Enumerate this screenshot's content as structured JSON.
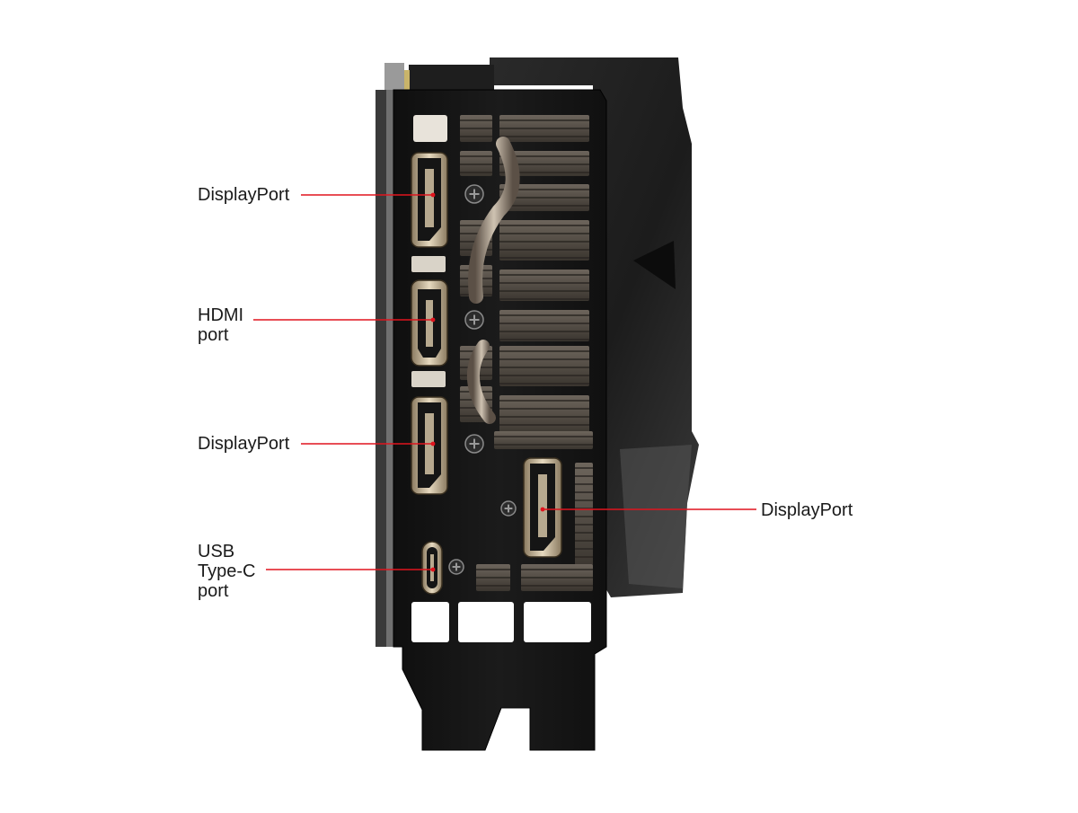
{
  "callouts": [
    {
      "id": "dp1",
      "label": "DisplayPort"
    },
    {
      "id": "hdmi",
      "label": "HDMI\nport"
    },
    {
      "id": "dp2",
      "label": "DisplayPort"
    },
    {
      "id": "usbc",
      "label": "USB\nType-C\nport"
    },
    {
      "id": "dp3",
      "label": "DisplayPort"
    }
  ],
  "colors": {
    "leader_line": "#e0141e",
    "bracket": "#161616",
    "cooler": "#202020",
    "background": "#ffffff"
  }
}
